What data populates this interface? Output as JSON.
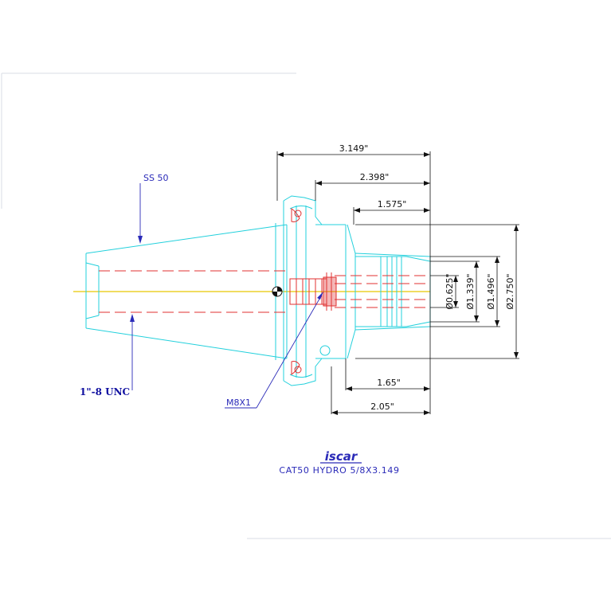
{
  "drawing": {
    "title": "CAT50 HYDRO 5/8X3.149",
    "logo": "iscar",
    "callouts": {
      "taper": "SS 50",
      "thread": "1\"-8 UNC",
      "screw": "M8X1"
    },
    "dimensions": {
      "overall_length": "3.149\"",
      "flange_to_end": "2.398\"",
      "bore_depth": "1.575\"",
      "body_length": "1.65\"",
      "shank_length": "2.05\"",
      "bore_dia": "Ø0.625\"",
      "clamp_dia": "Ø1.339\"",
      "neck_dia": "Ø1.496\"",
      "body_dia": "Ø2.750\""
    },
    "colors": {
      "outline": "#22d0dc",
      "hidden": "#e03030",
      "centerline": "#e8c800",
      "dimension": "#111111",
      "leader": "#2a2ab8"
    }
  }
}
